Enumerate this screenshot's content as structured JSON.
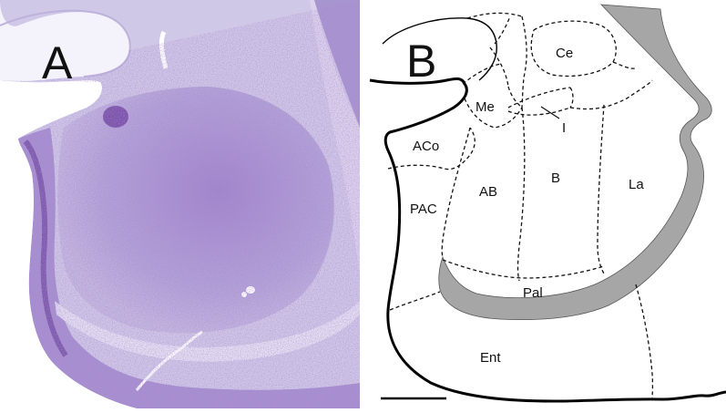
{
  "panels": {
    "a": {
      "letter": "A"
    },
    "b": {
      "letter": "B",
      "regions": {
        "ce": "Ce",
        "me": "Me",
        "i": "I",
        "aco": "ACo",
        "ab": "AB",
        "b": "B",
        "la": "La",
        "pac": "PAC",
        "pal": "Pal",
        "ent": "Ent"
      }
    }
  },
  "colors": {
    "stain_light": "#ccc6e6",
    "stain_mid": "#a08ccc",
    "stain_dark": "#6a3e9c",
    "white_matter": "#e9e6f5",
    "ventricle_fill": "#a6a6a6"
  }
}
